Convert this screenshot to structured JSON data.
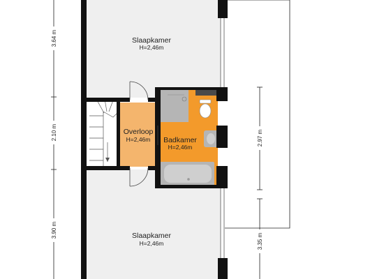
{
  "rooms": {
    "slaapkamer_top": {
      "name": "Slaapkamer",
      "height": "H=2,46m"
    },
    "overloop": {
      "name": "Overloop",
      "height": "H=2,46m"
    },
    "badkamer": {
      "name": "Badkamer",
      "height": "H=2,46m"
    },
    "slaapkamer_bottom": {
      "name": "Slaapkamer",
      "height": "H=2,46m"
    }
  },
  "dimensions": {
    "left_top": "3.64 m",
    "left_middle": "2.10 m",
    "left_bottom": "3.90 m",
    "right_upper": "2.97 m",
    "right_lower": "3.35 m"
  },
  "colors": {
    "room_fill": "#efefef",
    "overloop_fill": "#f4b56d",
    "badkamer_fill": "#f39a2b",
    "fixture_fill": "#b5b5b5",
    "wall": "#111111"
  }
}
